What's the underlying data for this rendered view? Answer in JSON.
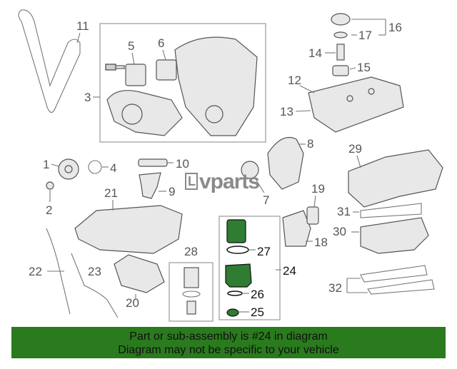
{
  "watermark": {
    "mark": "L",
    "text": "vparts"
  },
  "callouts": {
    "n1": "1",
    "n2": "2",
    "n3": "3",
    "n4": "4",
    "n5": "5",
    "n6": "6",
    "n7": "7",
    "n8": "8",
    "n9": "9",
    "n10": "10",
    "n11": "11",
    "n12": "12",
    "n13": "13",
    "n14": "14",
    "n15": "15",
    "n16": "16",
    "n17": "17",
    "n18": "18",
    "n19": "19",
    "n20": "20",
    "n21": "21",
    "n22": "22",
    "n23": "23",
    "n24": "24",
    "n25": "25",
    "n26": "26",
    "n27": "27",
    "n28": "28",
    "n29": "29",
    "n30": "30",
    "n31": "31",
    "n32": "32"
  },
  "footer": {
    "line1": "Part or sub-assembly is #24 in diagram",
    "line2": "Diagram may not be specific to your vehicle"
  },
  "colors": {
    "highlight": "#2e7d32",
    "footer_bg": "#2a7a1e"
  }
}
